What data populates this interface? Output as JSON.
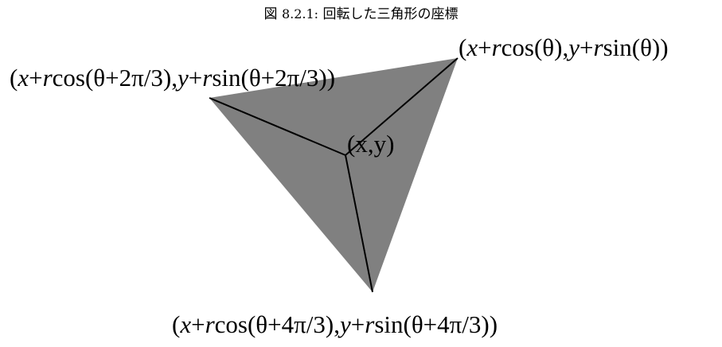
{
  "caption": {
    "prefix": "図",
    "number": "8.2.1:",
    "text": "回転した三角形の座標"
  },
  "colors": {
    "triangle_fill": "#808080",
    "line": "#000000",
    "background": "#ffffff"
  },
  "labels": {
    "center": "(x,y)",
    "v0": {
      "open": "(",
      "x": "x",
      "mid1": "+",
      "r1": "r",
      "cos": "cos(θ),",
      "y": "y",
      "mid2": "+",
      "r2": "r",
      "sin": "sin(θ))"
    },
    "v1": {
      "open": "(",
      "x": "x",
      "mid1": "+",
      "r1": "r",
      "cos": "cos(θ+2π/3),",
      "y": "y",
      "mid2": "+",
      "r2": "r",
      "sin": "sin(θ+2π/3))"
    },
    "v2": {
      "open": "(",
      "x": "x",
      "mid1": "+",
      "r1": "r",
      "cos": "cos(θ+4π/3),",
      "y": "y",
      "mid2": "+",
      "r2": "r",
      "sin": "sin(θ+4π/3))"
    }
  }
}
